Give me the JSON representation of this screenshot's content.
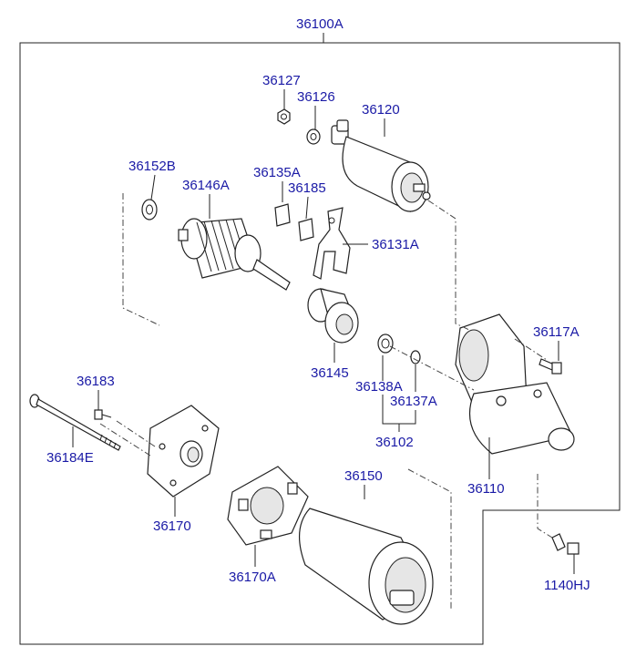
{
  "diagram": {
    "assembly_label": "36100A",
    "parts": [
      {
        "id": "p36127",
        "label": "36127"
      },
      {
        "id": "p36126",
        "label": "36126"
      },
      {
        "id": "p36120",
        "label": "36120"
      },
      {
        "id": "p36152B",
        "label": "36152B"
      },
      {
        "id": "p36146A",
        "label": "36146A"
      },
      {
        "id": "p36135A",
        "label": "36135A"
      },
      {
        "id": "p36185",
        "label": "36185"
      },
      {
        "id": "p36131A",
        "label": "36131A"
      },
      {
        "id": "p36117A",
        "label": "36117A"
      },
      {
        "id": "p36145",
        "label": "36145"
      },
      {
        "id": "p36138A",
        "label": "36138A"
      },
      {
        "id": "p36137A",
        "label": "36137A"
      },
      {
        "id": "p36102",
        "label": "36102"
      },
      {
        "id": "p36183",
        "label": "36183"
      },
      {
        "id": "p36184E",
        "label": "36184E"
      },
      {
        "id": "p36110",
        "label": "36110"
      },
      {
        "id": "p36150",
        "label": "36150"
      },
      {
        "id": "p36170",
        "label": "36170"
      },
      {
        "id": "p36170A",
        "label": "36170A"
      },
      {
        "id": "p1140HJ",
        "label": "1140HJ"
      }
    ]
  }
}
